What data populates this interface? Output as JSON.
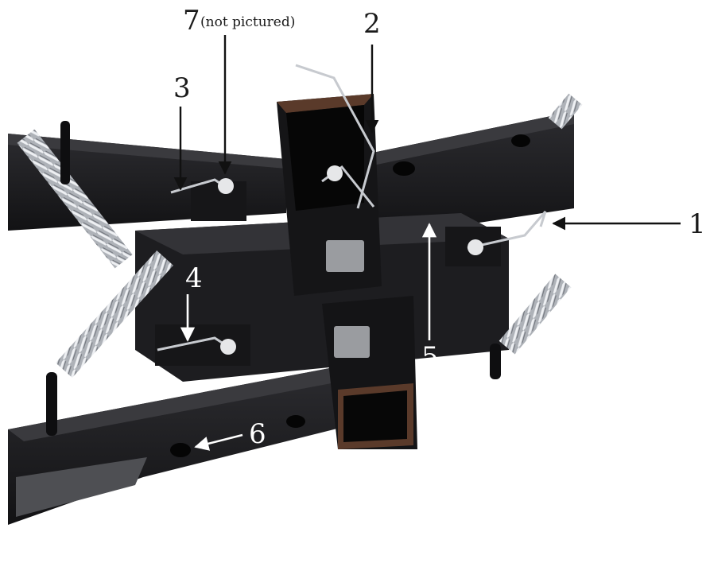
{
  "callouts": {
    "c1": "1",
    "c2": "2",
    "c3": "3",
    "c4": "4",
    "c5": "5",
    "c6": "6",
    "c7": "7",
    "c7_note": "(not pictured)"
  },
  "colors": {
    "background": "#ffffff",
    "steel": "#1b1b1d",
    "steel_highlight": "#3a3a3e",
    "rust_edge": "#5a3a2a",
    "spring": "#c9ccd1",
    "label": "#1a1a1a",
    "label_on_dark": "#ffffff"
  }
}
